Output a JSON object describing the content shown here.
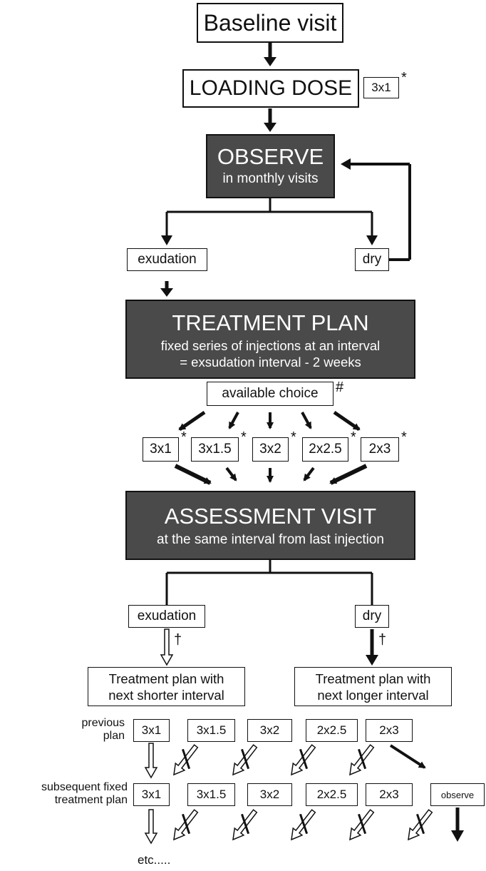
{
  "baseline": "Baseline visit",
  "loading": {
    "label": "LOADING DOSE",
    "dose": "3x1"
  },
  "observe": {
    "title": "OBSERVE",
    "subtitle": "in monthly visits"
  },
  "branch1": {
    "left": "exudation",
    "right": "dry"
  },
  "plan": {
    "title": "TREATMENT PLAN",
    "line1": "fixed series of injections at an interval",
    "line2": "= exsudation  interval - 2 weeks"
  },
  "choice": "available choice",
  "options": [
    "3x1",
    "3x1.5",
    "3x2",
    "2x2.5",
    "2x3"
  ],
  "assessment": {
    "title": "ASSESSMENT VISIT",
    "subtitle": "at the same interval from last injection"
  },
  "branch2": {
    "left": "exudation",
    "right": "dry"
  },
  "outcomes": {
    "shorter_line1": "Treatment plan with",
    "shorter_line2": "next shorter interval",
    "longer_line1": "Treatment plan with",
    "longer_line2": "next longer interval"
  },
  "previous": {
    "label_line1": "previous",
    "label_line2": "plan",
    "items": [
      "3x1",
      "3x1.5",
      "3x2",
      "2x2.5",
      "2x3"
    ]
  },
  "subsequent": {
    "label_line1": "subsequent fixed",
    "label_line2": "treatment plan",
    "items": [
      "3x1",
      "3x1.5",
      "3x2",
      "2x2.5",
      "2x3",
      "observe"
    ]
  },
  "etc": "etc.....",
  "marks": {
    "asterisk": "*",
    "hash": "#",
    "dagger": "†"
  },
  "colors": {
    "dark_box": "#4a4a4a",
    "line": "#111111",
    "background": "#ffffff"
  }
}
